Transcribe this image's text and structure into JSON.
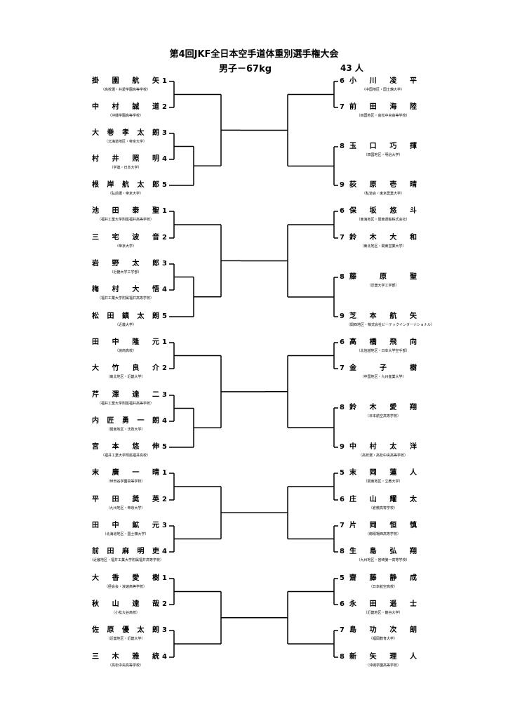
{
  "header": {
    "title": "第4回JKF全日本空手道体重別選手権大会",
    "category": "男子－67kg",
    "count": "43 人"
  },
  "blocks": [
    {
      "left": [
        {
          "name": "掛園航矢",
          "affiliation": "（高校選・共愛学園高等学校）",
          "seed": "1"
        },
        {
          "name": "中村誠道",
          "affiliation": "（沖縄学園高等学校）",
          "seed": "2"
        },
        {
          "name": "大巻孝太朗",
          "affiliation": "（北海道地区・帝京大学）",
          "seed": "3"
        },
        {
          "name": "村井照明",
          "affiliation": "（学連・日本大学）",
          "seed": "4"
        },
        {
          "name": "根岸航太郎",
          "affiliation": "（弘前選・帝京大学）",
          "seed": "5"
        }
      ],
      "right": [
        {
          "name": "小川凌平",
          "affiliation": "（中国地区・国士舘大学）",
          "seed": "6"
        },
        {
          "name": "前田海陸",
          "affiliation": "（四国地区・高松中央高等学校）",
          "seed": "7"
        },
        {
          "name": "玉口巧揮",
          "affiliation": "（四国地区・明治大学）",
          "seed": "8"
        },
        {
          "name": "荻原壱晴",
          "affiliation": "（私道会・東京農業大学）",
          "seed": "9"
        }
      ]
    },
    {
      "left": [
        {
          "name": "池田泰聖",
          "affiliation": "（福井工業大学附属福井高等学校）",
          "seed": "1"
        },
        {
          "name": "三宅波音",
          "affiliation": "（帝京大学）",
          "seed": "2"
        },
        {
          "name": "岩野太郎",
          "affiliation": "（近畿大学工学部）",
          "seed": "3"
        },
        {
          "name": "梅村大悟",
          "affiliation": "（福井工業大学附属福井高等学校）",
          "seed": "4"
        },
        {
          "name": "松田鎮太朗",
          "affiliation": "（近畿大学）",
          "seed": "5"
        }
      ],
      "right": [
        {
          "name": "保坂悠斗",
          "affiliation": "（東海地区・関東運輸株式会社）",
          "seed": "6"
        },
        {
          "name": "鈴木大和",
          "affiliation": "（東北地区・関東営業大学）",
          "seed": "7"
        },
        {
          "name": "藤原聖",
          "affiliation": "（近畿大学工学部）",
          "seed": "8"
        },
        {
          "name": "芝本航矢",
          "affiliation": "（関西地区・株式会社ビーテックインターナショナル）",
          "seed": "9"
        }
      ]
    },
    {
      "left": [
        {
          "name": "田中隆元",
          "affiliation": "（浪商高校）",
          "seed": "1"
        },
        {
          "name": "大竹良介",
          "affiliation": "（東北地区・近畿大学）",
          "seed": "2"
        },
        {
          "name": "芹澤達二",
          "affiliation": "（福井工業大学附属福井高等学校）",
          "seed": "3"
        },
        {
          "name": "内匠勇一朗",
          "affiliation": "（関東地区・法政大学）",
          "seed": "4"
        },
        {
          "name": "宮本悠伸",
          "affiliation": "（福井工業大学附属福井高校）",
          "seed": "5"
        }
      ],
      "right": [
        {
          "name": "高橋飛向",
          "affiliation": "（北信越地区・日本大学空手部）",
          "seed": "6"
        },
        {
          "name": "金子樹",
          "affiliation": "（中国地区・九州産業大学）",
          "seed": "7"
        },
        {
          "name": "鈴木愛翔",
          "affiliation": "（日本航空高等学校）",
          "seed": "8"
        },
        {
          "name": "中村太洋",
          "affiliation": "（高校選・高松中央高等学校）",
          "seed": "9"
        }
      ]
    },
    {
      "left": [
        {
          "name": "末廣一晴",
          "affiliation": "（世田谷学園高等学校）",
          "seed": "1"
        },
        {
          "name": "平田奨英",
          "affiliation": "（九州地区・帝京大学）",
          "seed": "2"
        },
        {
          "name": "田中鉱元",
          "affiliation": "（北海道地区・国士舘大学）",
          "seed": "3"
        },
        {
          "name": "前田麻明吏",
          "affiliation": "（近畿地区・福井工業大学附属福井高等学校）",
          "seed": "4"
        }
      ],
      "right": [
        {
          "name": "末岡蓮人",
          "affiliation": "（関東地区・立教大学）",
          "seed": "5"
        },
        {
          "name": "庄山耀太",
          "affiliation": "（倉敷高等学校）",
          "seed": "6"
        },
        {
          "name": "片岡恒慎",
          "affiliation": "（御殿場西高等学校）",
          "seed": "7"
        },
        {
          "name": "生島弘翔",
          "affiliation": "（九州地区・宮崎第一高等学校）",
          "seed": "8"
        }
      ]
    },
    {
      "left": [
        {
          "name": "大香愛樹",
          "affiliation": "（極会会・浪速高等学校）",
          "seed": "1"
        },
        {
          "name": "秋山達哉",
          "affiliation": "（小松大谷高校）",
          "seed": "2"
        },
        {
          "name": "佐原優太朗",
          "affiliation": "（近畿地区・近畿大学）",
          "seed": "3"
        },
        {
          "name": "三木雅統",
          "affiliation": "（高松中央高等学校）",
          "seed": "4"
        }
      ],
      "right": [
        {
          "name": "齋藤静成",
          "affiliation": "（日本航空高校）",
          "seed": "5"
        },
        {
          "name": "永田遥士",
          "affiliation": "（近畿地区・龍谷大学）",
          "seed": "6"
        },
        {
          "name": "島功次朗",
          "affiliation": "（福岡教育大学）",
          "seed": "7"
        },
        {
          "name": "新矢理人",
          "affiliation": "（沖縄学園高等学校）",
          "seed": "8"
        }
      ]
    }
  ]
}
